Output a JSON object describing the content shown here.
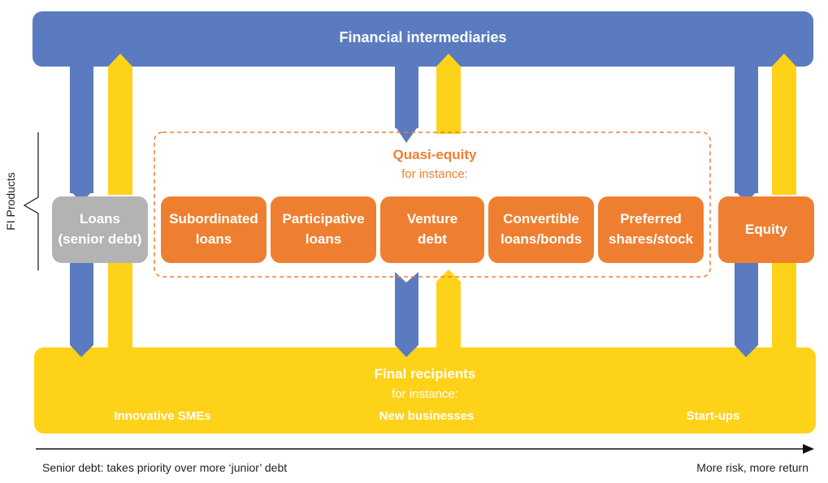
{
  "top_bar": {
    "label": "Financial intermediaries"
  },
  "quasi_equity": {
    "title": "Quasi-equity",
    "subtitle": "for instance:"
  },
  "products": {
    "loans": "Loans\n(senior debt)",
    "equity": "Equity",
    "quasi": [
      "Subordinated\nloans",
      "Participative\nloans",
      "Venture\ndebt",
      "Convertible\nloans/bonds",
      "Preferred\nshares/stock"
    ]
  },
  "side_label": "FI Products",
  "bottom_bar": {
    "title": "Final recipients",
    "subtitle": "for instance:",
    "examples": [
      "Innovative SMEs",
      "New businesses",
      "Start-ups"
    ]
  },
  "axis": {
    "left_caption": "Senior debt: takes priority over more ‘junior’ debt",
    "right_caption": "More risk, more return"
  },
  "colors": {
    "blue": "#5a7bbf",
    "yellow": "#ffd21a",
    "orange": "#ef7f30",
    "grey": "#b3b3b3"
  }
}
